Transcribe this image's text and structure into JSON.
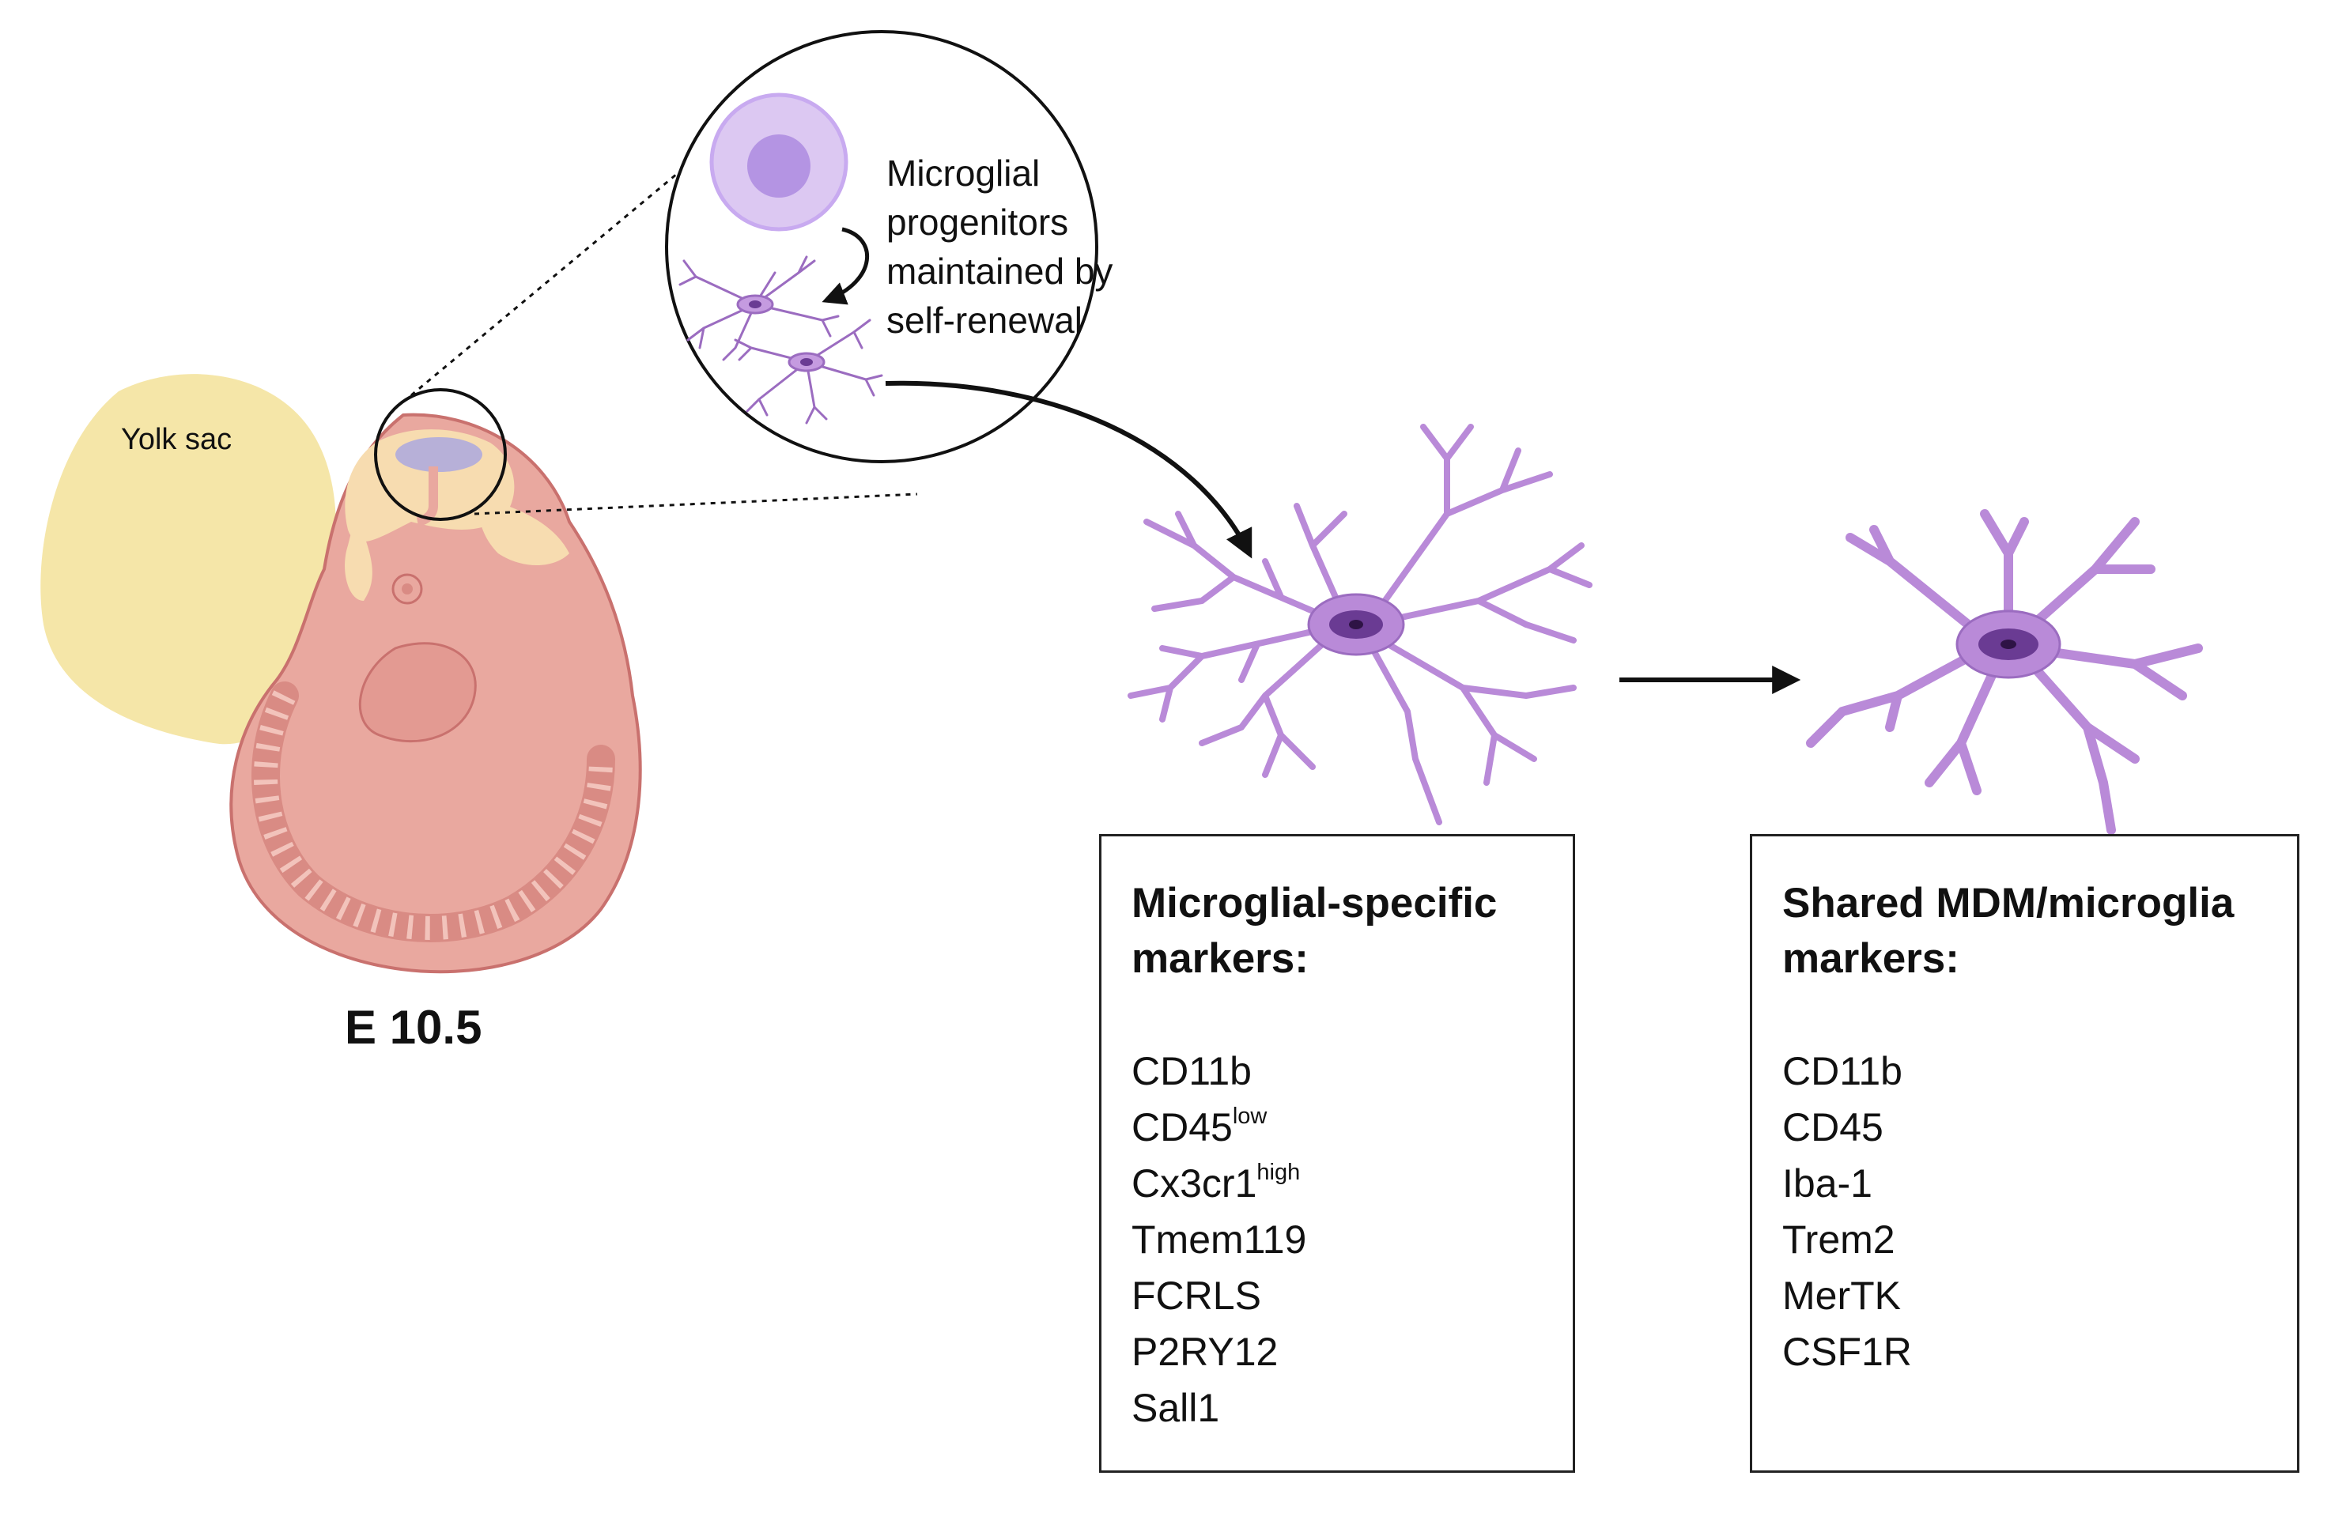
{
  "embryo": {
    "yolk_sac_label": "Yolk sac",
    "stage_label": "E 10.5"
  },
  "zoom_inset": {
    "label_lines": [
      "Microglial",
      "progenitors",
      "maintained by",
      "self-renewal"
    ]
  },
  "boxes": {
    "microglial_specific": {
      "title_lines": [
        "Microglial-specific",
        "markers:"
      ],
      "markers": [
        {
          "name": "CD11b",
          "sup": ""
        },
        {
          "name": "CD45",
          "sup": "low"
        },
        {
          "name": "Cx3cr1",
          "sup": "high"
        },
        {
          "name": "Tmem119",
          "sup": ""
        },
        {
          "name": "FCRLS",
          "sup": ""
        },
        {
          "name": "P2RY12",
          "sup": ""
        },
        {
          "name": "Sall1",
          "sup": ""
        }
      ]
    },
    "shared": {
      "title_lines": [
        "Shared MDM/microglia",
        "markers:"
      ],
      "markers": [
        {
          "name": "CD11b",
          "sup": ""
        },
        {
          "name": "CD45",
          "sup": ""
        },
        {
          "name": "Iba-1",
          "sup": ""
        },
        {
          "name": "Trem2",
          "sup": ""
        },
        {
          "name": "MerTK",
          "sup": ""
        },
        {
          "name": "CSF1R",
          "sup": ""
        }
      ]
    }
  },
  "colors": {
    "yolk": "#f5e6a8",
    "embryo_body": "#e9a89f",
    "embryo_outline": "#c9716e",
    "embryo_pale": "#f7dcb0",
    "microglia_fill": "#c59be0",
    "microglia_stroke": "#9b6cc0",
    "nucleus": "#6a3b93",
    "progenitor_cell": "#dcc8f2",
    "progenitor_nucleus": "#b494e3"
  }
}
